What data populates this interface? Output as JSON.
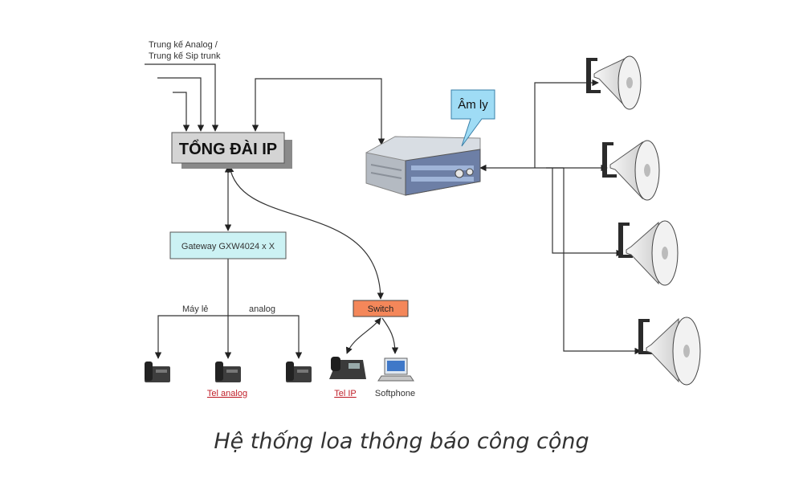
{
  "trunk_label": {
    "line1": "Trung kế  Analog /",
    "line2": "Trung kế Sip trunk"
  },
  "pbx_label": "TỔNG ĐÀI IP",
  "amp_label": "Âm ly",
  "gateway_label": "Gateway GXW4024 x X",
  "switch_label": "Switch",
  "extension_label": "Máy lẻ",
  "analog_label": "analog",
  "tel_analog_label": "Tel analog",
  "tel_ip_label": "Tel IP",
  "softphone_label": "Softphone",
  "caption": "Hệ thống loa thông báo công cộng",
  "colors": {
    "pbx_fill": "#d4d4d4",
    "gateway_fill": "#ccf2f4",
    "switch_fill": "#f4875a",
    "callout_fill": "#9fdcf5",
    "line": "#333333",
    "link_text": "#c0202a"
  }
}
